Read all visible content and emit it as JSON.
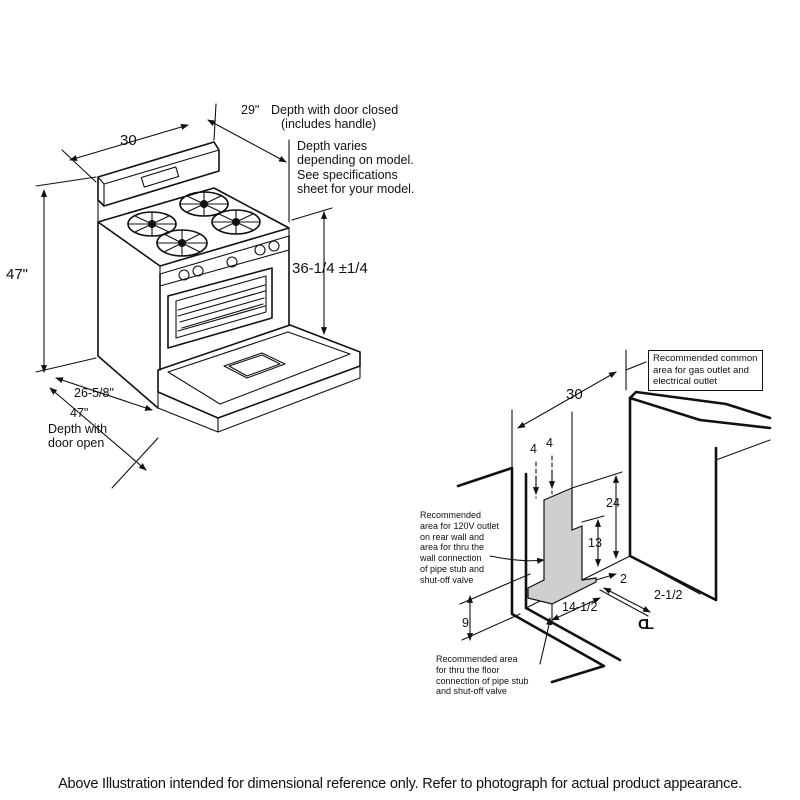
{
  "range": {
    "width": "30",
    "height": "47\"",
    "depth_closed_value": "29\"",
    "depth_closed_caption": [
      "Depth with door closed",
      "(includes handle)"
    ],
    "depth_note": [
      "Depth varies",
      "depending on model.",
      "See specifications",
      "sheet for your model."
    ],
    "cooktop_height": "36-1/4 ±1/4",
    "side_depth": "26-5/8\"",
    "open_depth_value": "47\"",
    "open_depth_caption": [
      "Depth with",
      "door open"
    ]
  },
  "installation": {
    "width": "30",
    "common_area_note": [
      "Recommended common",
      "area for gas outlet and",
      "electrical outlet"
    ],
    "dim_4a": "4",
    "dim_4b": "4",
    "dim_24": "24",
    "dim_13": "13",
    "dim_2": "2",
    "dim_2_half": "2-1/2",
    "dim_14_half": "14-1/2",
    "dim_9": "9",
    "centerline": "CL",
    "wall_note": [
      "Recommended",
      "area for 120V outlet",
      "on rear wall and",
      "area for thru the",
      "wall connection",
      "of pipe stub and",
      "shut-off valve"
    ],
    "floor_note": [
      "Recommended area",
      "for thru the floor",
      "connection of pipe stub",
      "and shut-off valve"
    ]
  },
  "footer": "Above Illustration intended for dimensional reference only. Refer to photograph for actual product appearance."
}
